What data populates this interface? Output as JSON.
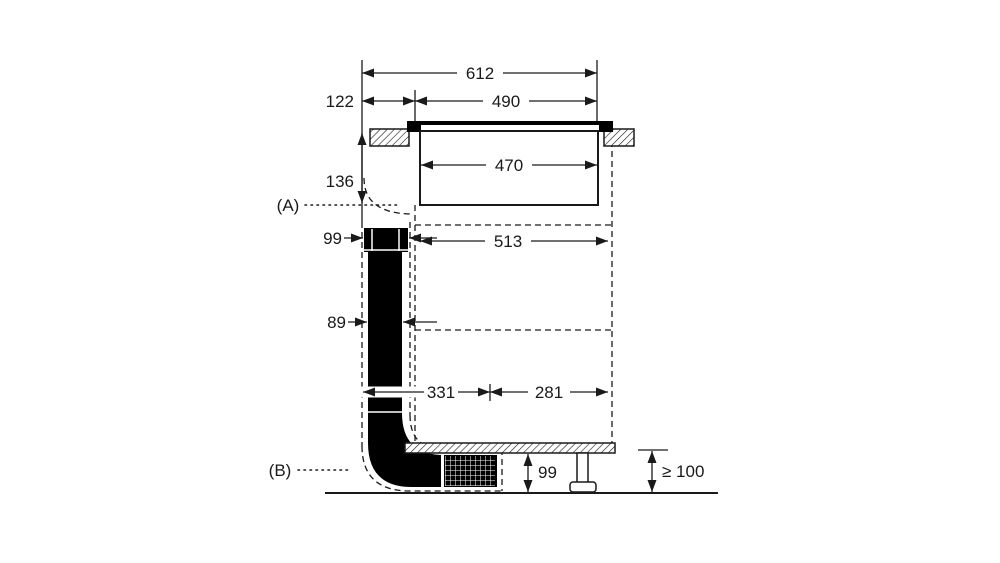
{
  "diagram": {
    "callouts": {
      "a": "(A)",
      "b": "(B)"
    },
    "dimensions": {
      "overall_width": "612",
      "top_width": "490",
      "left_offset": "122",
      "cutout_width": "470",
      "depth_below_top": "136",
      "duct_flange_width": "99",
      "cabinet_interior_width": "513",
      "duct_width": "89",
      "left_span": "331",
      "right_span": "281",
      "plinth_height": "99",
      "min_clearance": "≥ 100"
    },
    "colors": {
      "line": "#1a1a1a",
      "background": "#ffffff",
      "solid_fill": "#000000"
    }
  }
}
